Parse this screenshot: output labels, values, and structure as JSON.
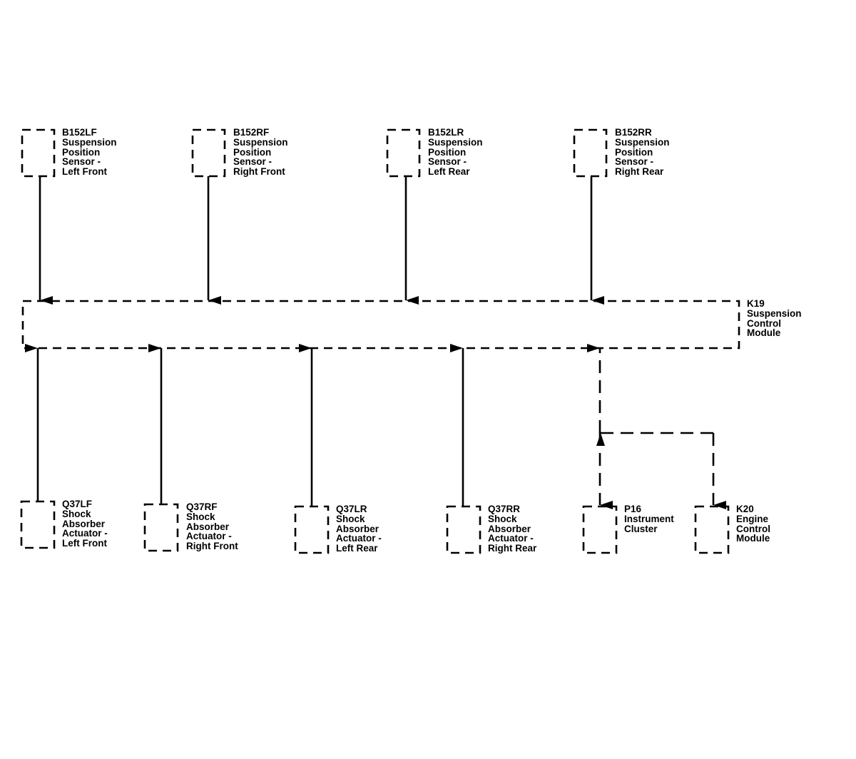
{
  "colors": {
    "line": "#000000",
    "background": "#ffffff"
  },
  "components": {
    "b152lf": {
      "code": "B152LF",
      "name_lines": [
        "Suspension",
        "Position",
        "Sensor -",
        "Left Front"
      ]
    },
    "b152rf": {
      "code": "B152RF",
      "name_lines": [
        "Suspension",
        "Position",
        "Sensor -",
        "Right Front"
      ]
    },
    "b152lr": {
      "code": "B152LR",
      "name_lines": [
        "Suspension",
        "Position",
        "Sensor -",
        "Left Rear"
      ]
    },
    "b152rr": {
      "code": "B152RR",
      "name_lines": [
        "Suspension",
        "Position",
        "Sensor -",
        "Right Rear"
      ]
    },
    "k19": {
      "code": "K19",
      "name_lines": [
        "Suspension",
        "Control",
        "Module"
      ]
    },
    "q37lf": {
      "code": "Q37LF",
      "name_lines": [
        "Shock",
        "Absorber",
        "Actuator -",
        "Left Front"
      ]
    },
    "q37rf": {
      "code": "Q37RF",
      "name_lines": [
        "Shock",
        "Absorber",
        "Actuator -",
        "Right Front"
      ]
    },
    "q37lr": {
      "code": "Q37LR",
      "name_lines": [
        "Shock",
        "Absorber",
        "Actuator -",
        "Left Rear"
      ]
    },
    "q37rr": {
      "code": "Q37RR",
      "name_lines": [
        "Shock",
        "Absorber",
        "Actuator -",
        "Right Rear"
      ]
    },
    "p16": {
      "code": "P16",
      "name_lines": [
        "Instrument",
        "Cluster"
      ]
    },
    "k20": {
      "code": "K20",
      "name_lines": [
        "Engine",
        "Control",
        "Module"
      ]
    }
  },
  "connections": [
    {
      "from": "B152LF",
      "to": "K19",
      "signal": "solid"
    },
    {
      "from": "B152RF",
      "to": "K19",
      "signal": "solid"
    },
    {
      "from": "B152LR",
      "to": "K19",
      "signal": "solid"
    },
    {
      "from": "B152RR",
      "to": "K19",
      "signal": "solid"
    },
    {
      "from": "Q37LF",
      "to": "K19",
      "signal": "solid"
    },
    {
      "from": "Q37RF",
      "to": "K19",
      "signal": "solid"
    },
    {
      "from": "Q37LR",
      "to": "K19",
      "signal": "solid"
    },
    {
      "from": "Q37RR",
      "to": "K19",
      "signal": "solid"
    },
    {
      "from": "K19",
      "to": "P16",
      "signal": "dashed-bidirectional"
    },
    {
      "from": "K19",
      "to": "K20",
      "signal": "dashed-bidirectional"
    }
  ]
}
